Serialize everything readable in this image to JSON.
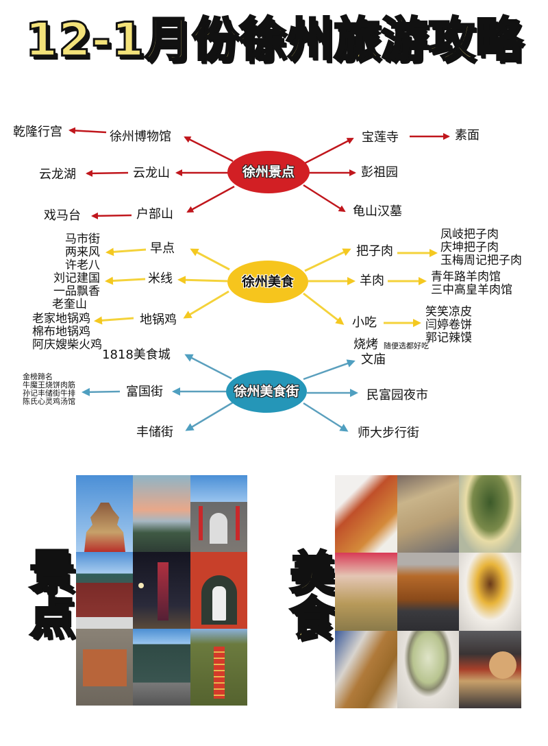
{
  "title": "12-1月份徐州旅游攻略",
  "colors": {
    "scenic": "#d21f24",
    "food": "#f6c51d",
    "street": "#2596b8",
    "title_fill": "#f3e27a"
  },
  "scenic": {
    "center": "徐州景点",
    "left": [
      {
        "label": "徐州博物馆",
        "sub": "乾隆行宫"
      },
      {
        "label": "云龙山",
        "sub": "云龙湖"
      },
      {
        "label": "户部山",
        "sub": "戏马台"
      }
    ],
    "right": [
      {
        "label": "宝莲寺",
        "sub": "素面"
      },
      {
        "label": "彭祖园"
      },
      {
        "label": "龟山汉墓"
      }
    ]
  },
  "food": {
    "center": "徐州美食",
    "left": [
      {
        "label": "早点",
        "items": [
          "马市街",
          "两来风",
          "许老八"
        ]
      },
      {
        "label": "米线",
        "items": [
          "刘记建国",
          "一品飘香",
          "老奎山"
        ]
      },
      {
        "label": "地锅鸡",
        "items": [
          "老家地锅鸡",
          "棉布地锅鸡",
          "阿庆嫂柴火鸡"
        ]
      }
    ],
    "right": [
      {
        "label": "把子肉",
        "items": [
          "凤岐把子肉",
          "庆坤把子肉",
          "玉梅周记把子肉"
        ]
      },
      {
        "label": "羊肉",
        "items": [
          "青年路羊肉馆",
          "三中高皇羊肉馆"
        ]
      },
      {
        "label": "小吃",
        "items": [
          "笑笑凉皮",
          "闫婷卷饼",
          "郭记辣馍"
        ]
      }
    ],
    "bbq": {
      "label": "烧烤",
      "note": "随便选都好吃"
    }
  },
  "street": {
    "center": "徐州美食街",
    "left": [
      {
        "label": "1818美食城"
      },
      {
        "label": "富国街",
        "items": [
          "金榜蹄名",
          "牛魔王烧饼肉筋",
          "孙记丰储街牛排",
          "陈氏心灵鸡汤馆"
        ]
      },
      {
        "label": "丰储街"
      }
    ],
    "right": [
      {
        "label": "文庙"
      },
      {
        "label": "民富园夜市"
      },
      {
        "label": "师大步行街"
      }
    ]
  },
  "gallery": {
    "scenic_label": "景点",
    "food_label": "美食",
    "scenic_photos": [
      "pavilion-tower",
      "sunset-mountain",
      "city-gate",
      "red-wooden-hall",
      "night-skyscraper",
      "statue-in-red-arch",
      "huilonggang-sign-wall",
      "museum-building",
      "red-pagoda-hill"
    ],
    "food_photos": [
      "spicy-pancake-strips",
      "grilled-crispy-flatbread",
      "vegetable-stuffed-bun",
      "hand-wrapped-dumpling",
      "hanging-roast-meat",
      "stuffed-egg-pancake",
      "fried-pancake-skewers",
      "noodle-soup-bowl",
      "charcoal-grilled-skewers"
    ]
  }
}
